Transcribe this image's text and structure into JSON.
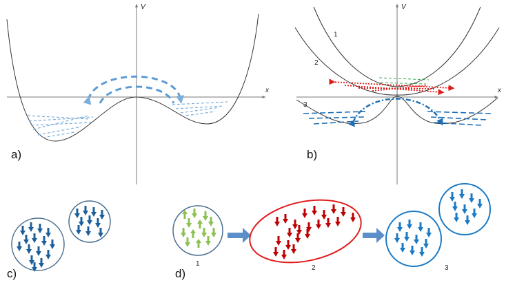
{
  "panels": {
    "a": {
      "label": "a)",
      "x_axis": "x",
      "y_axis": "V"
    },
    "b": {
      "label": "b)",
      "x_axis": "x",
      "y_axis": "V",
      "curve_labels": [
        "1",
        "2",
        "3"
      ]
    },
    "c": {
      "label": "c)"
    },
    "d": {
      "label": "d)",
      "cluster_labels": [
        "1",
        "2",
        "3"
      ]
    }
  },
  "colors": {
    "axis": "#777777",
    "curve": "#333333",
    "dash_light": "#7aaedc",
    "dash_blue": "#1f6fb6",
    "dash_red": "#e01b1b",
    "dash_green": "#2aaa4a",
    "spin_dark": "#1e5f9a",
    "spin_green": "#8cc152",
    "spin_red": "#c00000",
    "spin_blue": "#1a7ac6",
    "circle_gray": "#4a6f90",
    "circle_red": "#e01b1b",
    "circle_blue": "#1a7ac6",
    "process_arrow": "#5b8fc9"
  },
  "icons": {
    "spin": "down-arrow-icon",
    "process_arrow": "right-block-arrow-icon"
  }
}
